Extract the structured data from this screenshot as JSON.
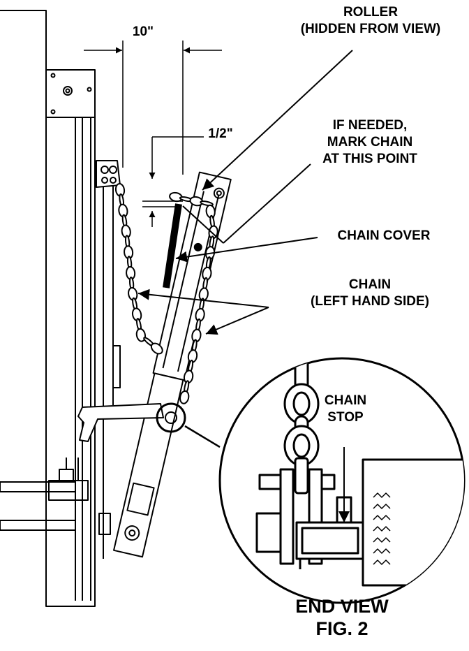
{
  "labels": {
    "dim_10": "10\"",
    "dim_half": "1/2\"",
    "roller_line1": "ROLLER",
    "roller_line2": "(HIDDEN FROM VIEW)",
    "mark_line1": "IF NEEDED,",
    "mark_line2": "MARK CHAIN",
    "mark_line3": "AT THIS POINT",
    "chain_cover": "CHAIN COVER",
    "chain_line1": "CHAIN",
    "chain_line2": "(LEFT HAND SIDE)",
    "stop_line1": "CHAIN",
    "stop_line2": "STOP",
    "end_view": "END VIEW",
    "fig": "FIG. 2"
  },
  "colors": {
    "ink": "#000000",
    "paper": "#ffffff",
    "shade": "#d9d9d9"
  }
}
